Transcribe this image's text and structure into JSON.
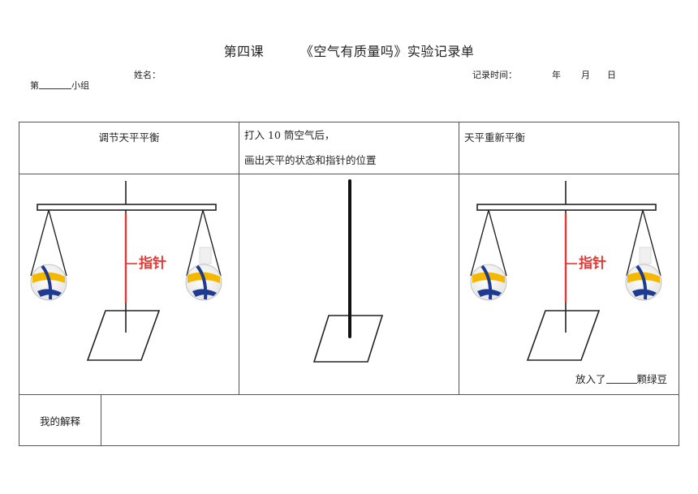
{
  "header": {
    "title": "第四课        《空气有质量吗》实验记录单",
    "group_prefix": "第",
    "group_suffix": "小组",
    "name_label": "姓名：",
    "record_time_label": "记录时间：",
    "year": "年",
    "month": "月",
    "day": "日"
  },
  "table": {
    "col1_header": "调节天平平衡",
    "col2_header_line1": "打入 10 筒空气后，",
    "col2_header_line2": "画出天平的状态和指针的位置",
    "col3_header": "天平重新平衡",
    "pointer_label": "指针",
    "caption_prefix": "放入了",
    "caption_suffix": "颗绿豆",
    "explain_label": "我的解释"
  },
  "colors": {
    "pointer_red": "#e53935",
    "ink": "#222222",
    "ball_yellow": "#f5b800",
    "ball_blue": "#1f3a93"
  }
}
